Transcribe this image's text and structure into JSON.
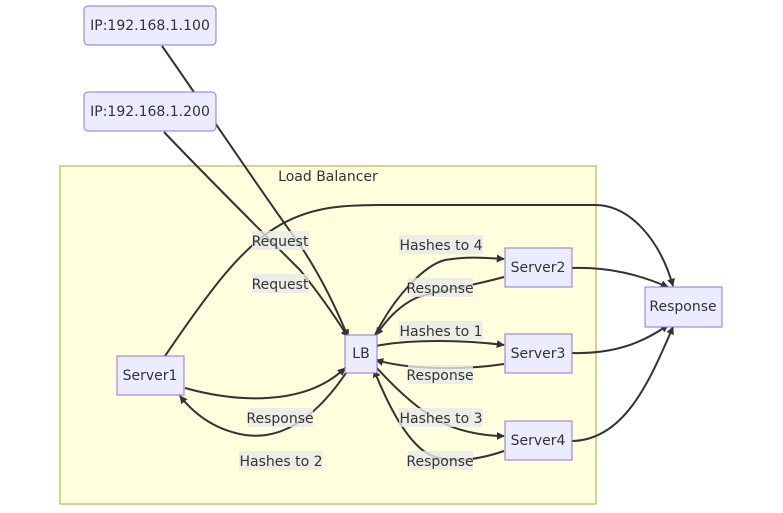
{
  "cluster": {
    "title": "Load Balancer"
  },
  "nodes": {
    "ip1": "IP:192.168.1.100",
    "ip2": "IP:192.168.1.200",
    "lb": "LB",
    "server1": "Server1",
    "server2": "Server2",
    "server3": "Server3",
    "server4": "Server4",
    "response": "Response"
  },
  "edge_labels": {
    "ip1_lb": "Request",
    "ip2_lb": "Request",
    "lb_server2": "Hashes to 4",
    "server2_lb": "Response",
    "lb_server3": "Hashes to 1",
    "server3_lb": "Response",
    "lb_server4": "Hashes to 3",
    "server4_lb": "Response",
    "server1_lb": "Response",
    "lb_server1": "Hashes to 2"
  },
  "colors": {
    "node_fill": "#ECECFF",
    "node_stroke": "#9370DB",
    "cluster_fill": "#ffffde",
    "cluster_stroke": "#aaaa33",
    "edge": "#333333"
  }
}
